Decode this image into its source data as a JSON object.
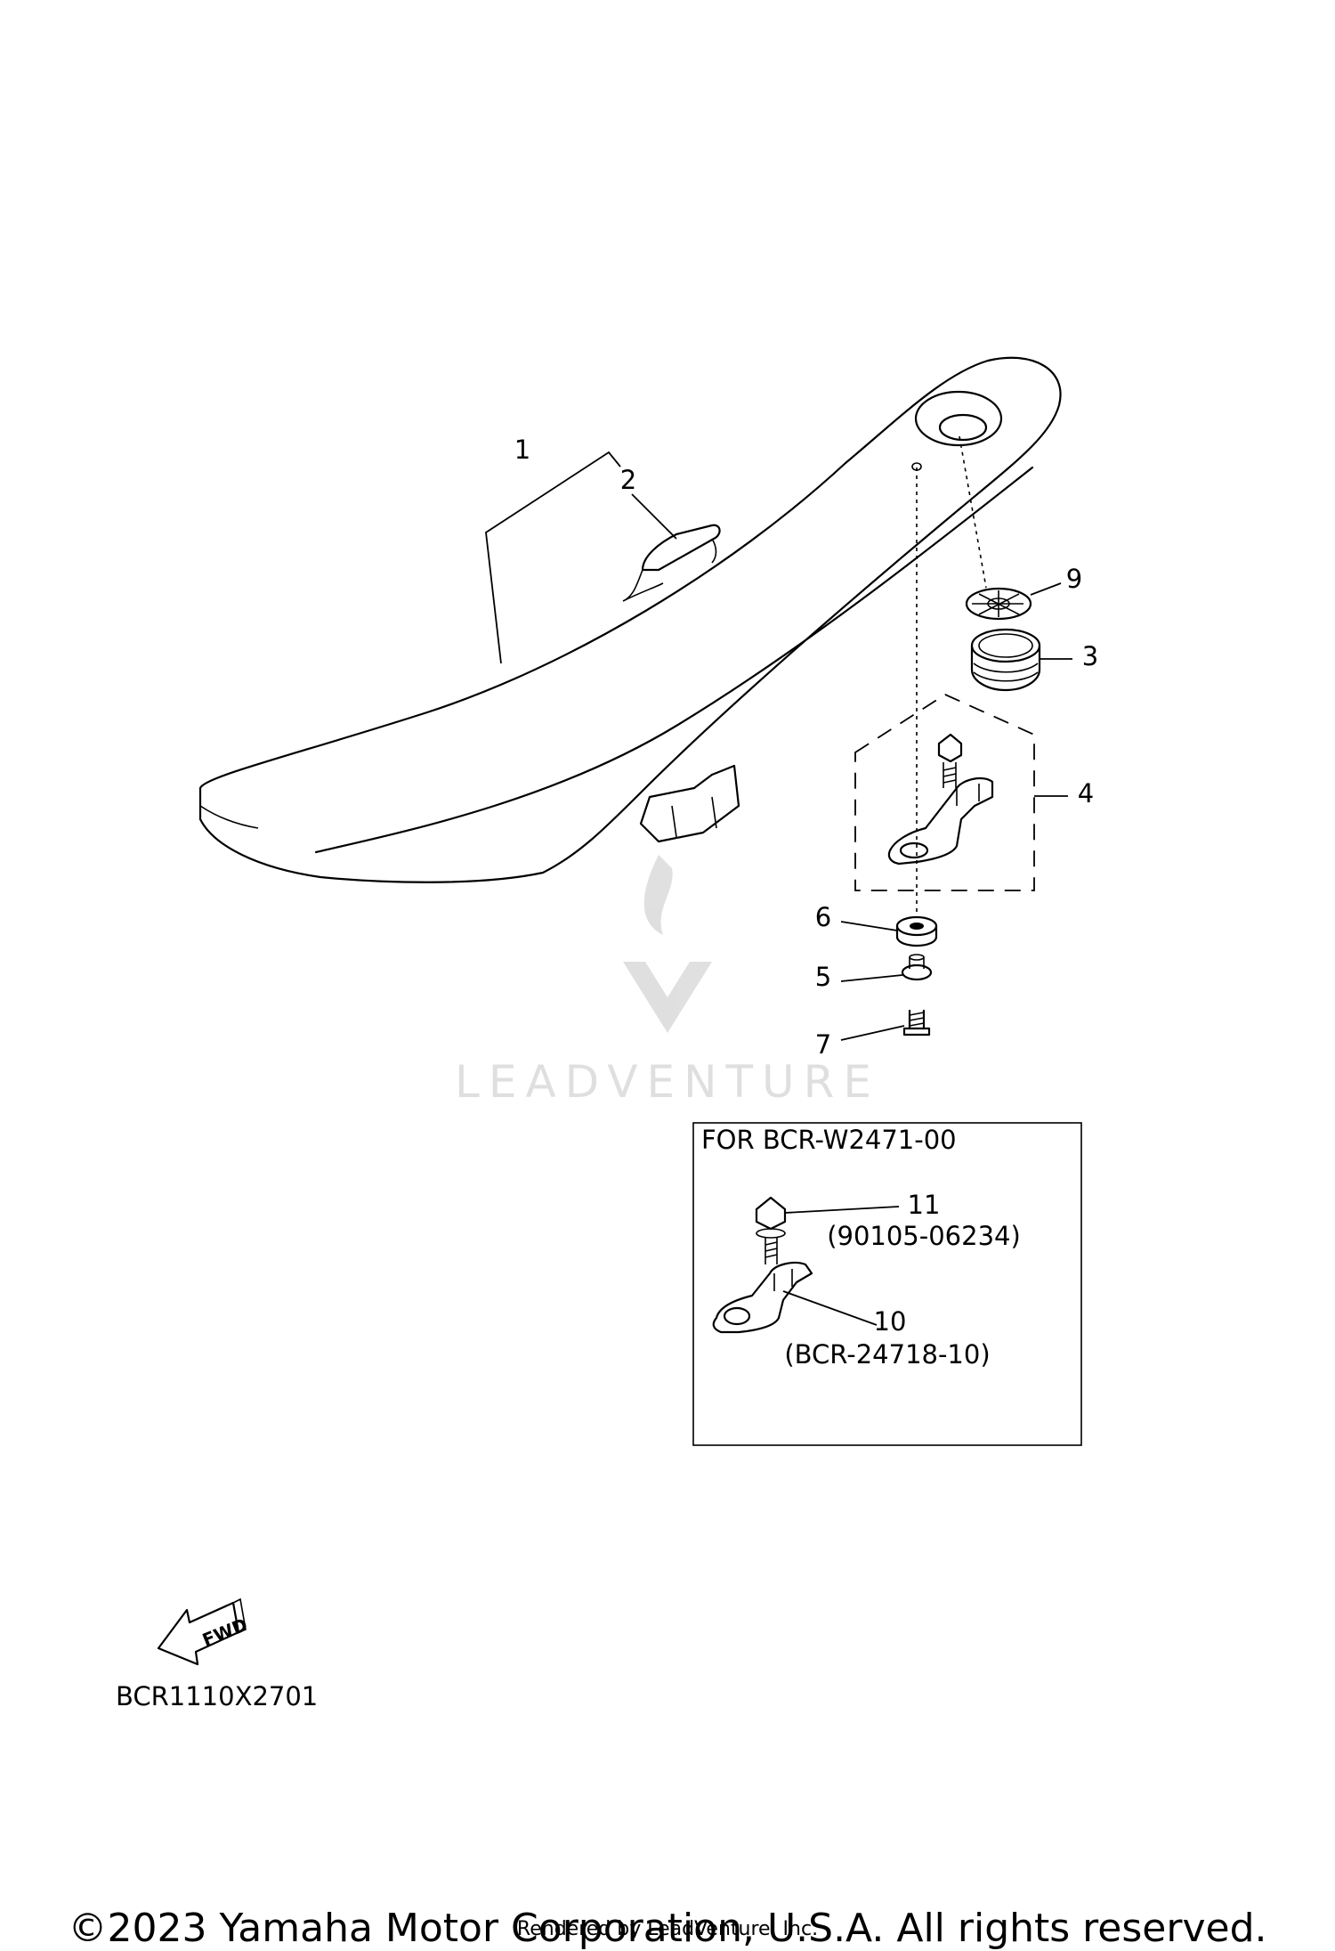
{
  "callouts": {
    "c1": "1",
    "c2": "2",
    "c3": "3",
    "c4": "4",
    "c5": "5",
    "c6": "6",
    "c7": "7",
    "c9": "9",
    "c10": "10",
    "c11": "11"
  },
  "inset": {
    "title": "FOR BCR-W2471-00",
    "part11_number": "(90105-06234)",
    "part10_number": "(BCR-24718-10)"
  },
  "fwd_label": "FWD",
  "diagram_code": "BCR1110X2701",
  "watermark": "LEADVENTURE",
  "copyright": "©2023 Yamaha Motor Corporation, U.S.A. All rights reserved.",
  "rendered_by": "Rendered by LeadVenture, Inc."
}
